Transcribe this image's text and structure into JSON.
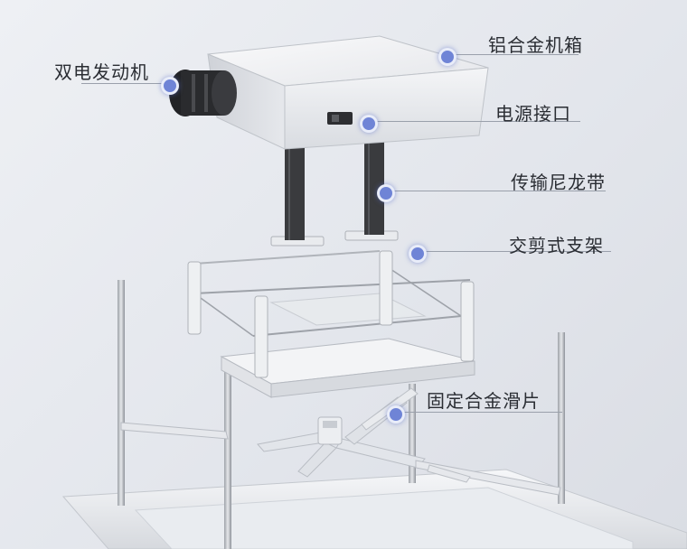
{
  "labels": {
    "aluminum_case": "铝合金机箱",
    "dual_motor": "双电发动机",
    "power_port": "电源接口",
    "nylon_belt": "传输尼龙带",
    "scissor_bracket": "交剪式支架",
    "alloy_slide": "固定合金滑片"
  },
  "colors": {
    "accent_dot": "#6f84d6",
    "case_body": "#f1f2f4",
    "belt": "#3a3b3e",
    "rod": "#b8bcc3"
  }
}
